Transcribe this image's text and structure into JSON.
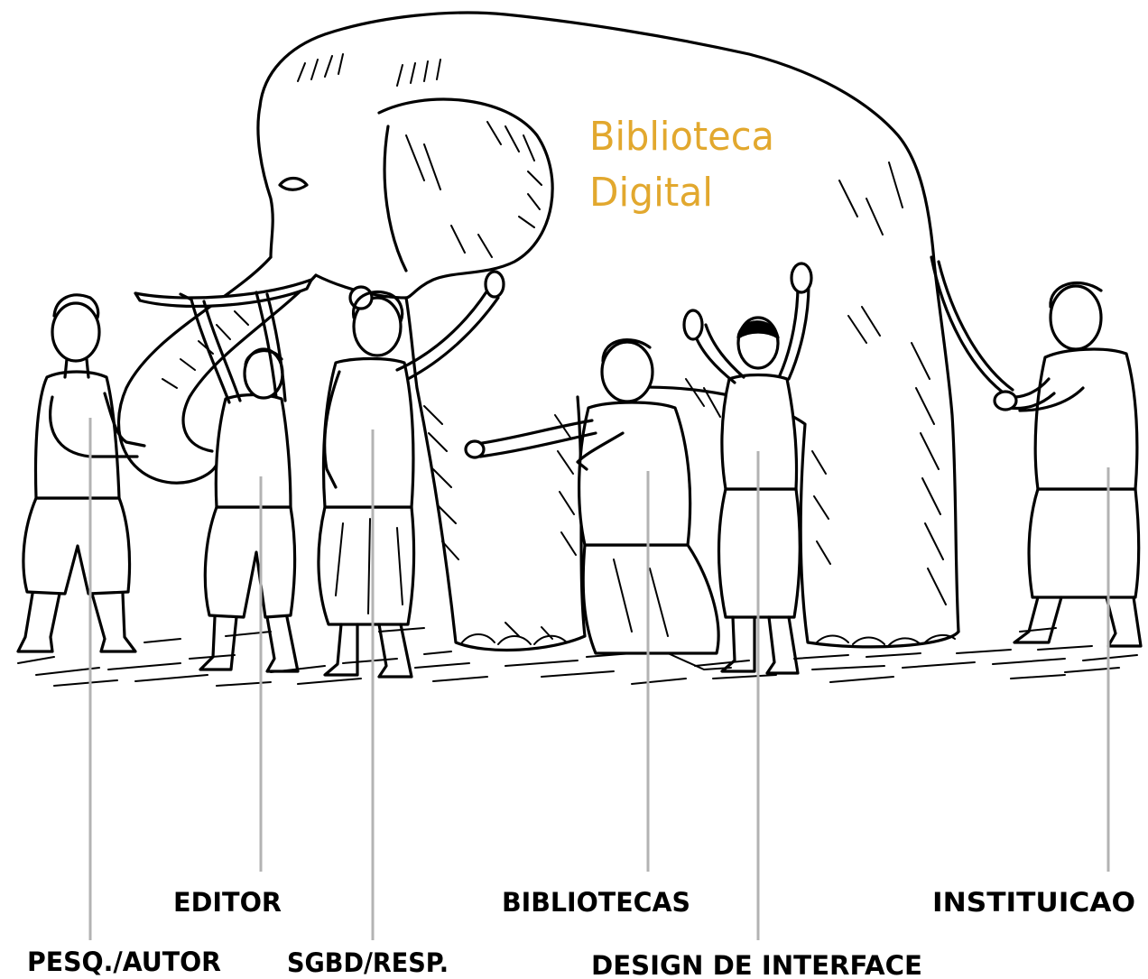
{
  "title": {
    "line1": "Biblioteca",
    "line2": "Digital"
  },
  "labels": {
    "editor": "EDITOR",
    "pesq_autor": "PESQ./AUTOR",
    "sgbd_resp": "SGBD/RESP.",
    "bibliotecas": "BIBLIOTECAS",
    "design_interface": "DESIGN DE INTERFACE",
    "instituicao": "INSTITUICAO"
  },
  "colors": {
    "title": "#e2a82e",
    "labels": "#000000",
    "callout_lines": "#b3b3b3",
    "line_art": "#000000",
    "background": "#ffffff"
  }
}
